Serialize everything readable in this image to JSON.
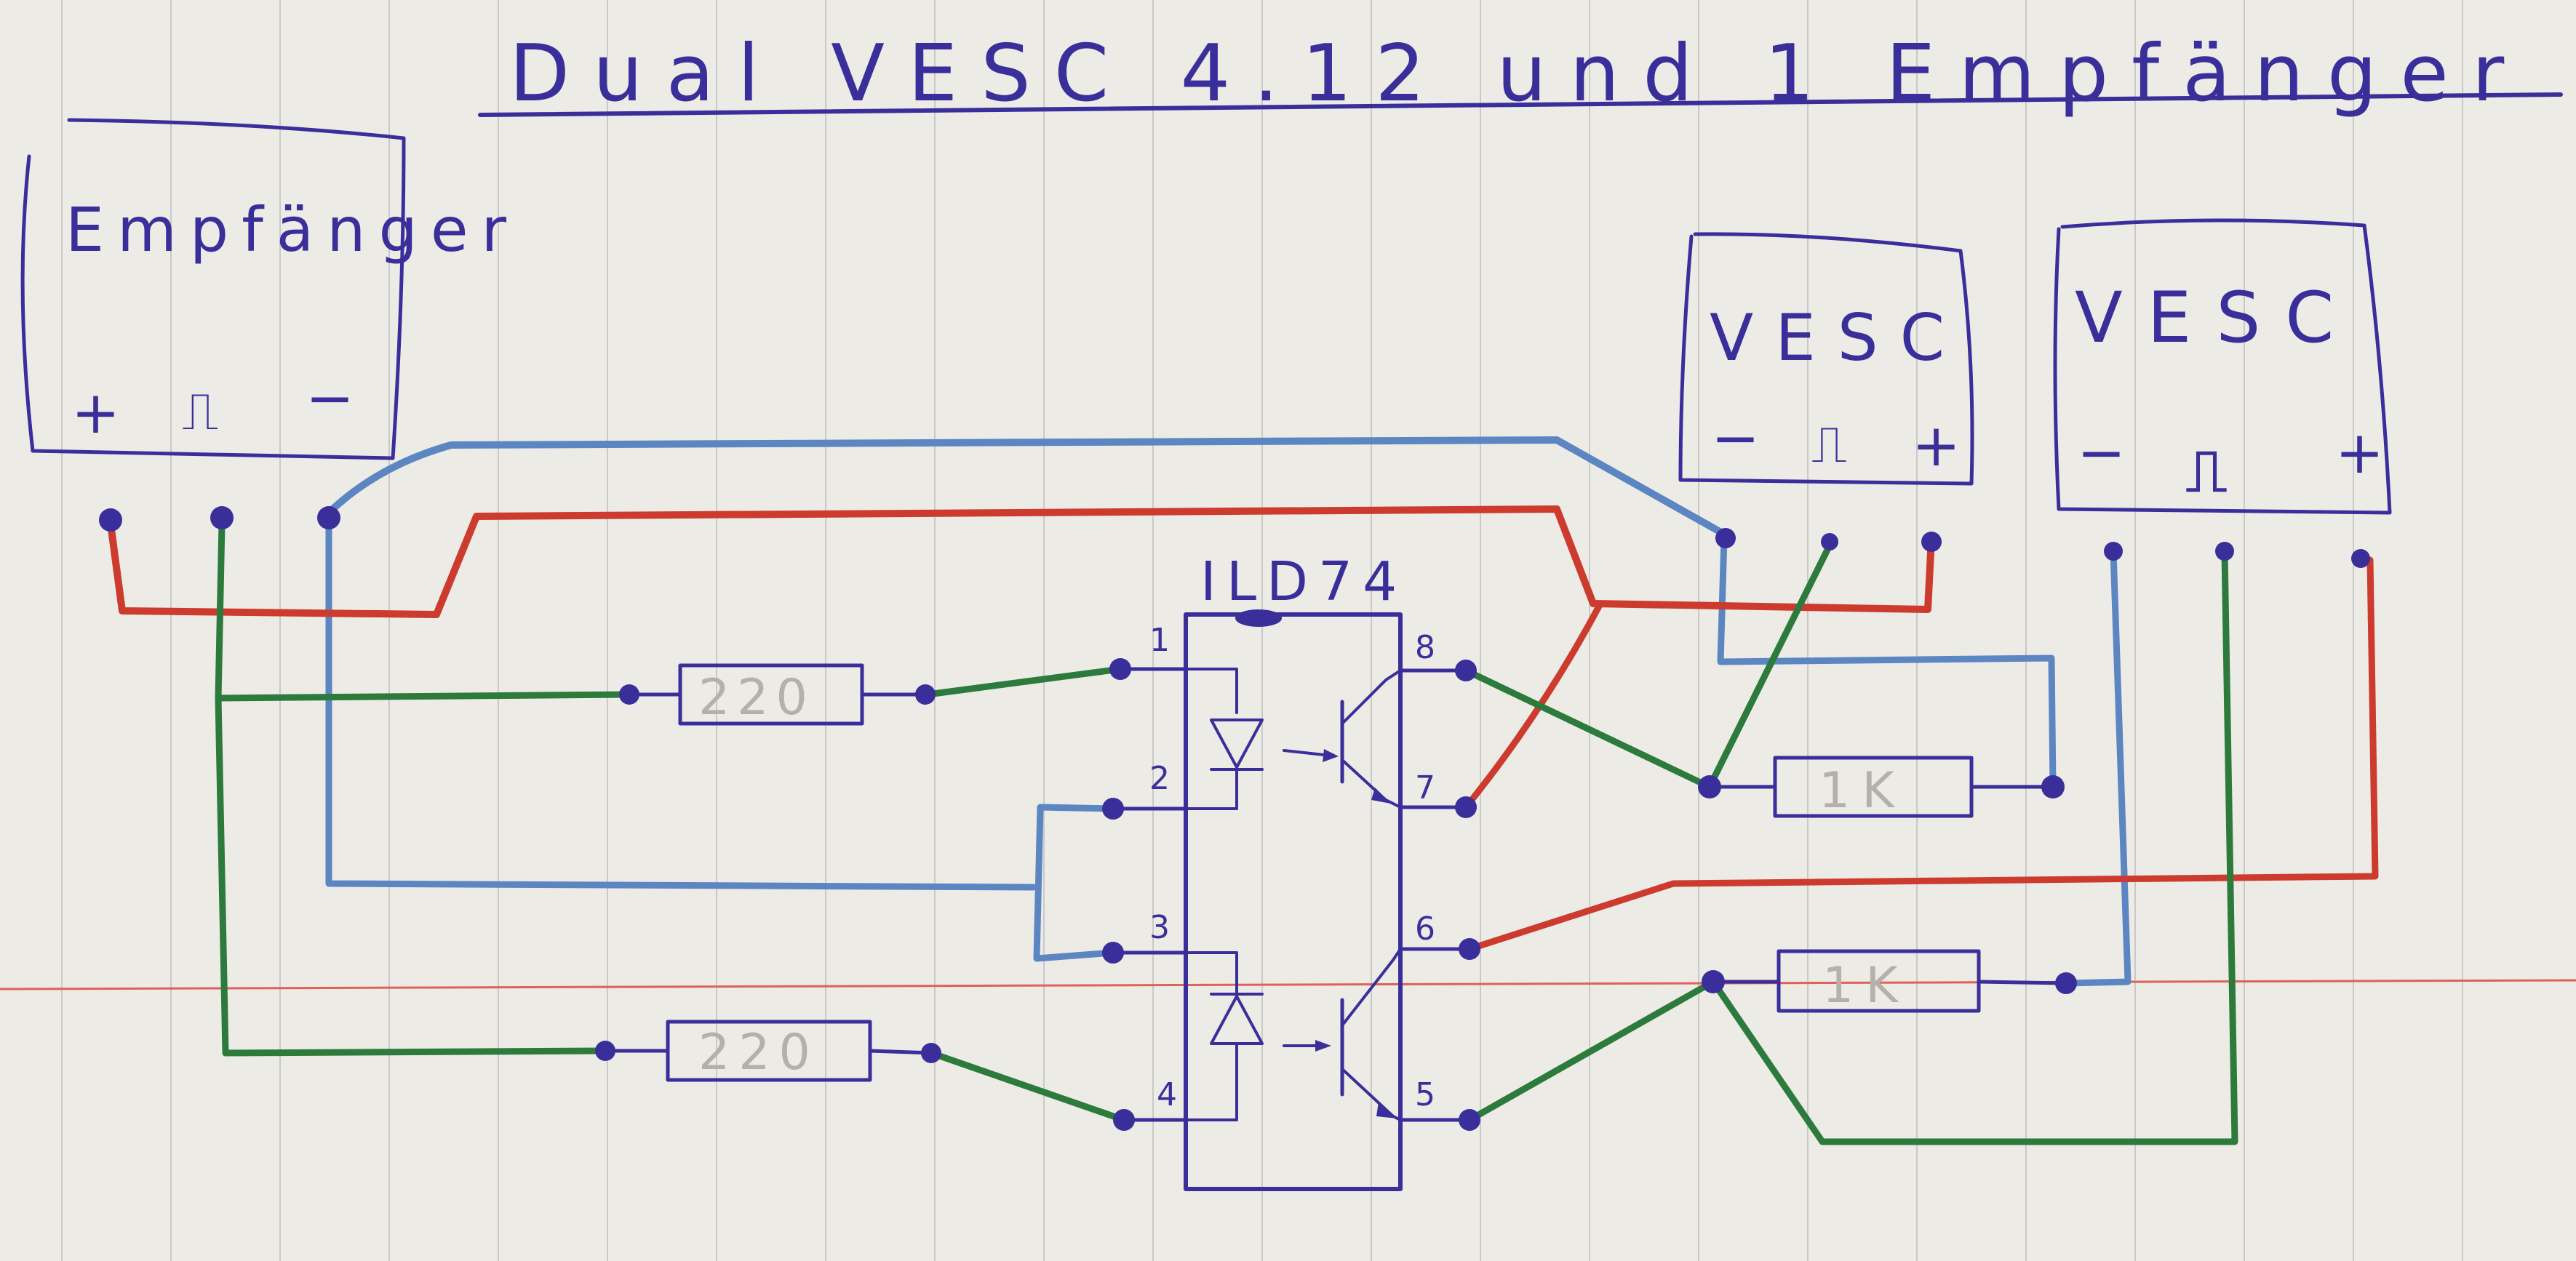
{
  "title": "Dual VESC 4.12 und 1 Empfänger Entkopplung",
  "receiver": {
    "label": "Empfänger",
    "pins": {
      "plus": "+",
      "signal": "⎍",
      "minus": "−"
    }
  },
  "vesc_left": {
    "label": "VESC",
    "pins": {
      "minus": "−",
      "signal": "⎍",
      "plus": "+"
    }
  },
  "vesc_right": {
    "label": "VESC",
    "pins": {
      "minus": "−",
      "signal": "⎍",
      "plus": "+"
    }
  },
  "optocoupler": {
    "label": "ILD74",
    "pins": [
      "1",
      "2",
      "3",
      "4",
      "5",
      "6",
      "7",
      "8"
    ]
  },
  "resistors": {
    "r_top": "220",
    "r_bottom": "220",
    "r_right_top": "1K",
    "r_right_bottom": "1K"
  },
  "colors": {
    "ink": "#3a2f9a",
    "wire_red": "#cc3b2e",
    "wire_blue": "#5b86c2",
    "wire_green": "#2c7a3c",
    "paper": "#ecebe6",
    "margin_line": "#e0605a"
  }
}
